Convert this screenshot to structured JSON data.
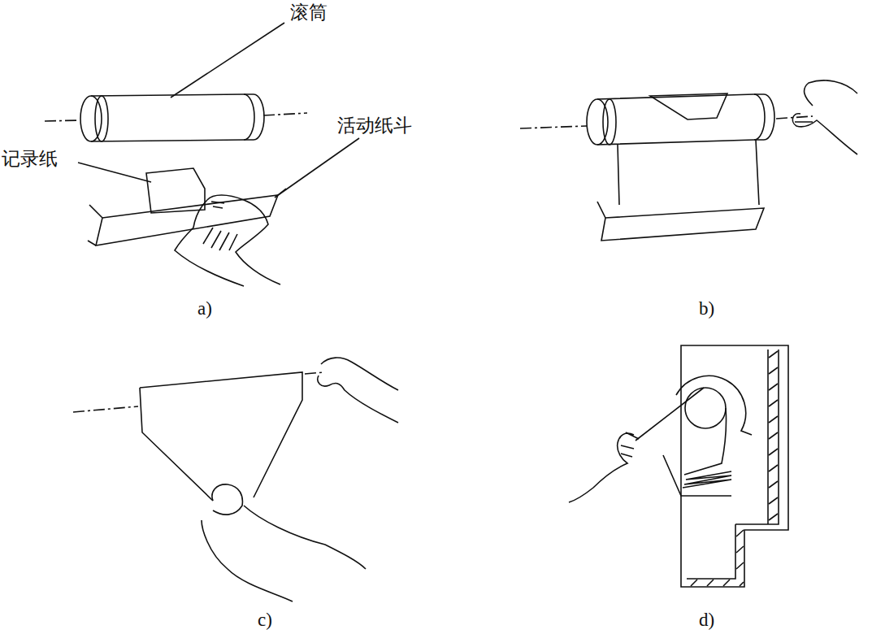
{
  "diagram": {
    "labels": [
      "滚筒",
      "活动纸斗",
      "记录纸",
      "a)",
      "b)",
      "c)",
      "d)"
    ]
  }
}
